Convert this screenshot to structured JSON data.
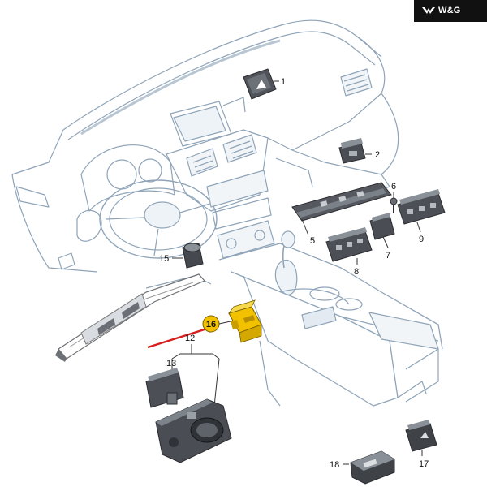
{
  "branding": {
    "logo_text": "W&G"
  },
  "colors": {
    "outline": "#8fa4b8",
    "shade": "#dde6ee",
    "part_dark": "#3a3d42",
    "part_mid": "#7a7f86",
    "highlight": "#f2c200",
    "arrow": "#d81f1f",
    "callout_ring": "#444444"
  },
  "callouts": [
    {
      "id": "1",
      "label": "1"
    },
    {
      "id": "2",
      "label": "2"
    },
    {
      "id": "5",
      "label": "5"
    },
    {
      "id": "6",
      "label": "6"
    },
    {
      "id": "7",
      "label": "7"
    },
    {
      "id": "8",
      "label": "8"
    },
    {
      "id": "9",
      "label": "9"
    },
    {
      "id": "12",
      "label": "12"
    },
    {
      "id": "13",
      "label": "13"
    },
    {
      "id": "15",
      "label": "15"
    },
    {
      "id": "16",
      "label": "16",
      "highlighted": true
    },
    {
      "id": "17",
      "label": "17"
    },
    {
      "id": "18",
      "label": "18"
    }
  ]
}
